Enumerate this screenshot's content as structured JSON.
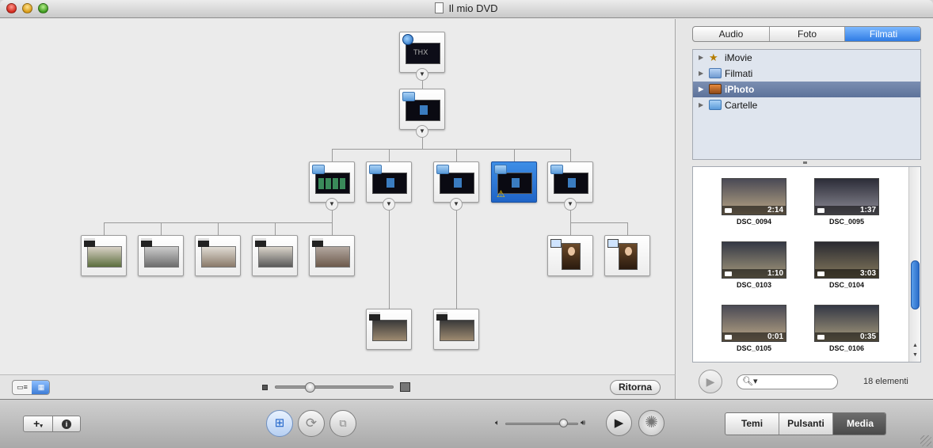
{
  "window": {
    "title": "Il mio DVD"
  },
  "canvas": {
    "view_modes": [
      "list",
      "map"
    ],
    "active_view_mode": "map",
    "return_button": "Ritorna"
  },
  "panel": {
    "tabs": [
      "Audio",
      "Foto",
      "Filmati"
    ],
    "active_tab": "Filmati",
    "sources": [
      {
        "label": "iMovie",
        "icon": "imovie-star-icon"
      },
      {
        "label": "Filmati",
        "icon": "movies-folder-icon"
      },
      {
        "label": "iPhoto",
        "icon": "iphoto-icon",
        "selected": true
      },
      {
        "label": "Cartelle",
        "icon": "folder-icon"
      }
    ],
    "media": [
      {
        "name": "DSC_0094",
        "duration": "2:14"
      },
      {
        "name": "DSC_0095",
        "duration": "1:37"
      },
      {
        "name": "DSC_0103",
        "duration": "1:10"
      },
      {
        "name": "DSC_0104",
        "duration": "3:03"
      },
      {
        "name": "DSC_0105",
        "duration": "0:01"
      },
      {
        "name": "DSC_0106",
        "duration": "0:35"
      }
    ],
    "search_placeholder": "",
    "count_label": "18 elementi"
  },
  "toolbar": {
    "add_label": "+",
    "info_label": "i",
    "mode_tabs": [
      "Temi",
      "Pulsanti",
      "Media"
    ],
    "active_mode": "Media"
  },
  "colors": {
    "selection": "#2f7be4",
    "source_selected": "#5d729a"
  }
}
